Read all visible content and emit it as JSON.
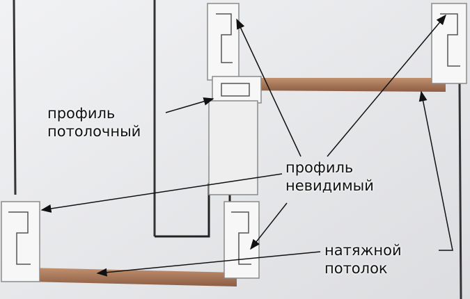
{
  "labels": {
    "ceiling_profile": [
      "профиль",
      "потолочный"
    ],
    "invisible_profile": [
      "профиль",
      "невидимый"
    ],
    "stretch_ceiling": [
      "натяжной",
      "потолок"
    ]
  },
  "colors": {
    "background": "#e9eaec",
    "film": "#a8775a",
    "profile": "#f6f6f6",
    "arrow": "#111111"
  }
}
